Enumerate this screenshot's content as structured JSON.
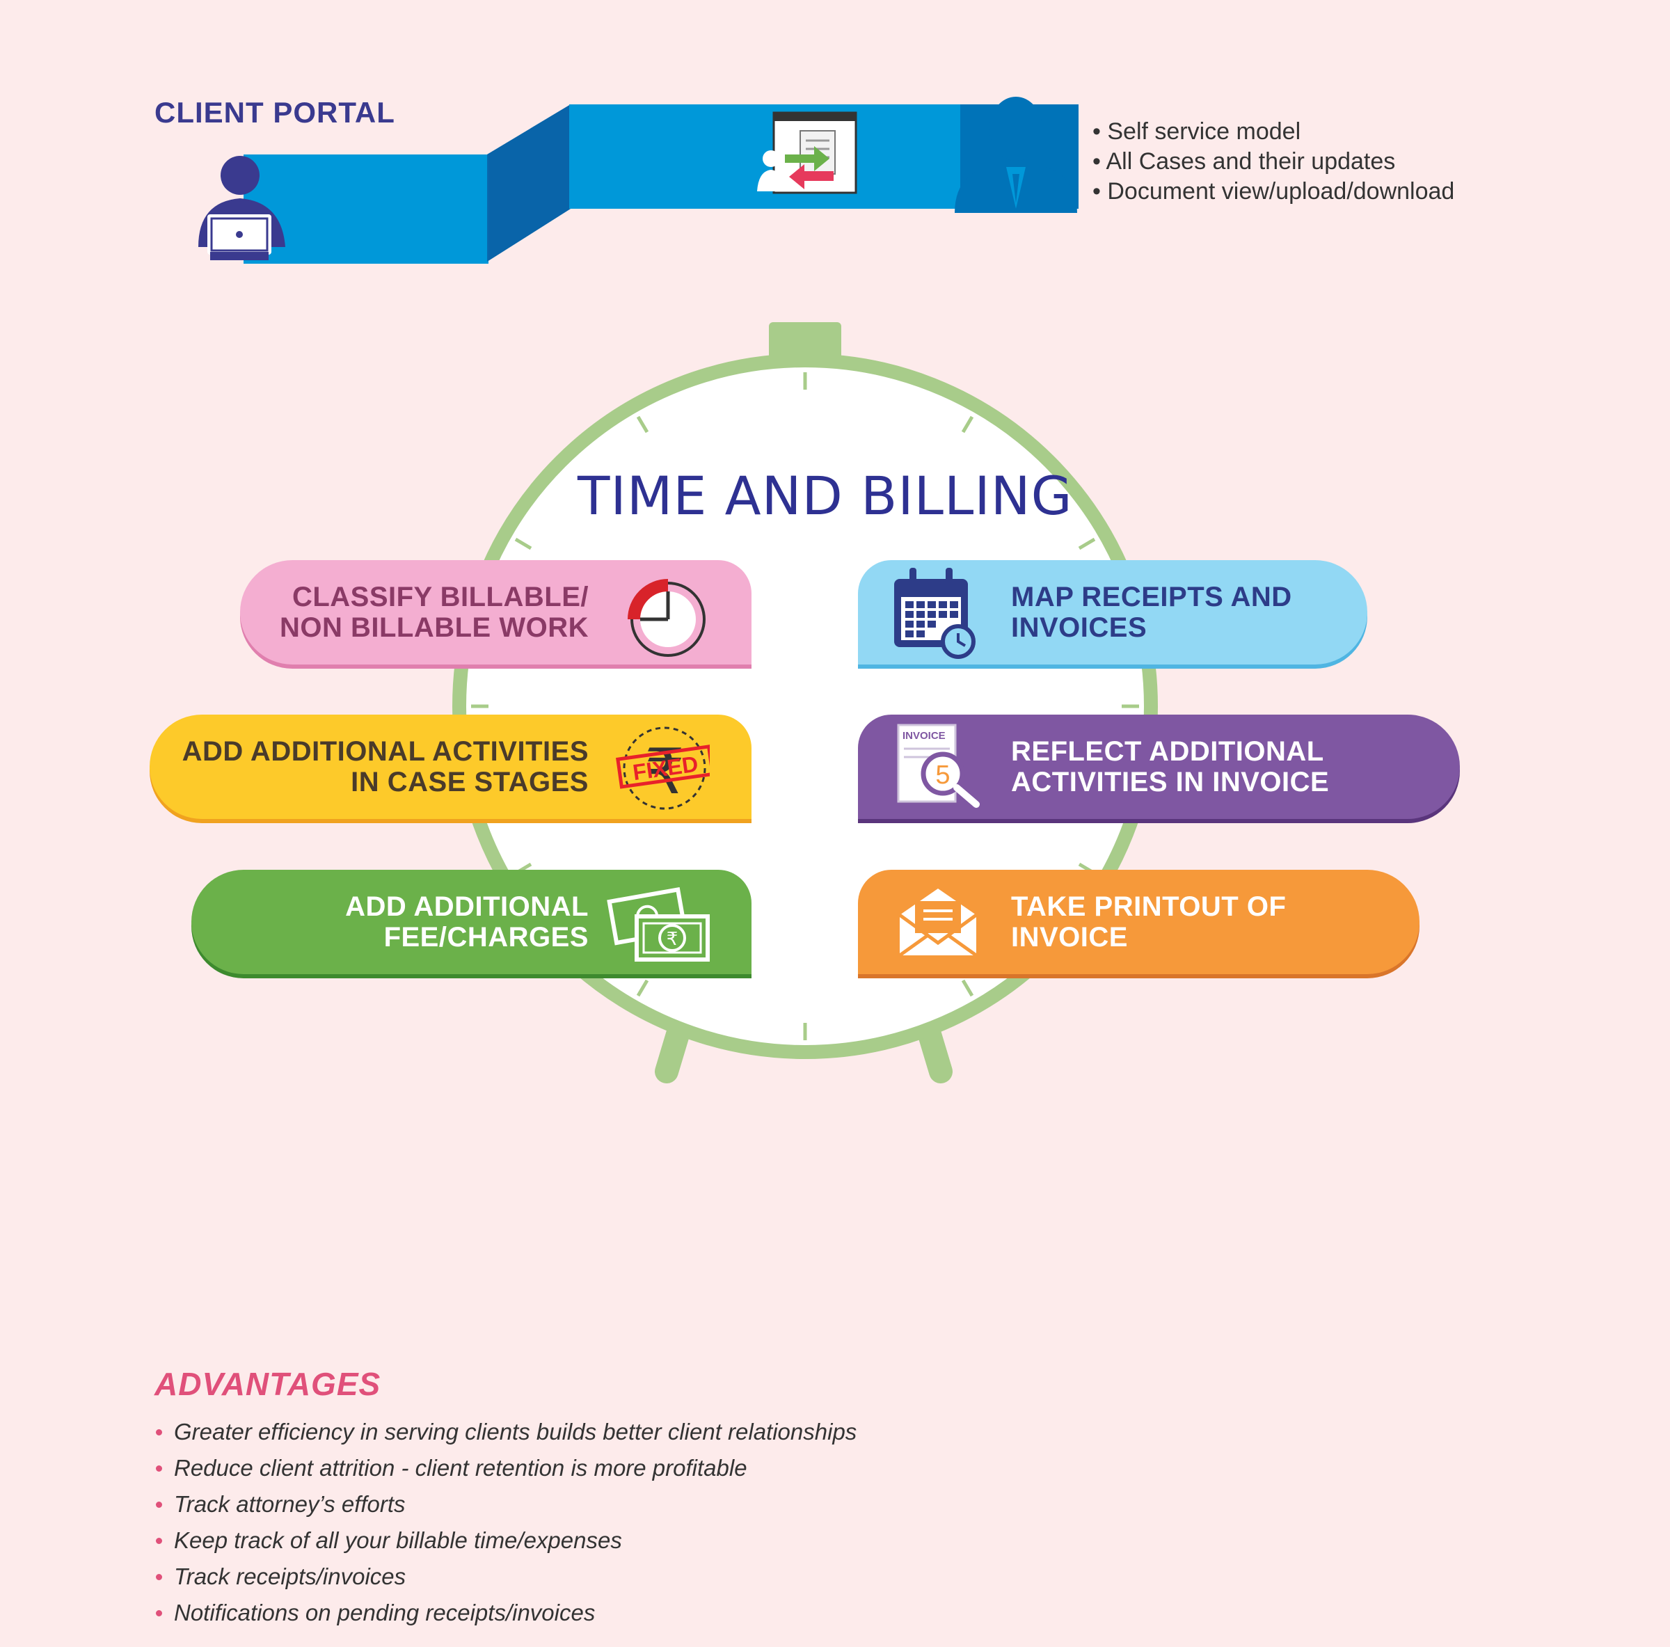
{
  "client_portal": {
    "title": "CLIENT PORTAL",
    "bullets": [
      "Self service model",
      "All Cases and their updates",
      "Document view/upload/download"
    ]
  },
  "time_billing": {
    "title": "TIME AND BILLING",
    "cards": [
      {
        "label": "CLASSIFY BILLABLE/\nNON BILLABLE WORK",
        "color": "#f4aed1",
        "shadow": "#e07fae",
        "text_color": "#8a3a66",
        "icon": "clock-icon"
      },
      {
        "label": "ADD ADDITIONAL ACTIVITIES\nIN CASE STAGES",
        "color": "#fdca2a",
        "shadow": "#f0a21f",
        "text_color": "#4a3b2a",
        "icon": "fixed-stamp-icon",
        "icon_text": "FIXED"
      },
      {
        "label": "ADD ADDITIONAL\nFEE/CHARGES",
        "color": "#6bb14a",
        "shadow": "#3d8a2e",
        "text_color": "#ffffff",
        "icon": "banknotes-icon"
      },
      {
        "label": "MAP RECEIPTS AND\nINVOICES",
        "color": "#92d8f4",
        "shadow": "#4fb5e2",
        "text_color": "#2d3c88",
        "icon": "calendar-icon"
      },
      {
        "label": "REFLECT ADDITIONAL\nACTIVITIES IN INVOICE",
        "color": "#7f57a2",
        "shadow": "#5a357c",
        "text_color": "#ffffff",
        "icon": "invoice-search-icon",
        "icon_text": "INVOICE",
        "icon_number": "5"
      },
      {
        "label": "TAKE PRINTOUT OF\nINVOICE",
        "color": "#f6993a",
        "shadow": "#d9752a",
        "text_color": "#ffffff",
        "icon": "envelope-icon"
      }
    ]
  },
  "advantages": {
    "title": "ADVANTAGES",
    "items": [
      "Greater efficiency in serving clients builds better client relationships",
      "Reduce client attrition - client retention is more profitable",
      "Track attorney’s efforts",
      "Keep track of all your billable time/expenses",
      "Track receipts/invoices",
      "Notifications on pending receipts/invoices"
    ]
  },
  "colors": {
    "background": "#fdebeb",
    "portal_blue": "#0098d9",
    "portal_dark_blue": "#0073b8",
    "person_dark": "#3a3a8f",
    "clock_green": "#a8cc8a",
    "title_navy": "#2e3192",
    "advantages_pink": "#e0507a"
  }
}
